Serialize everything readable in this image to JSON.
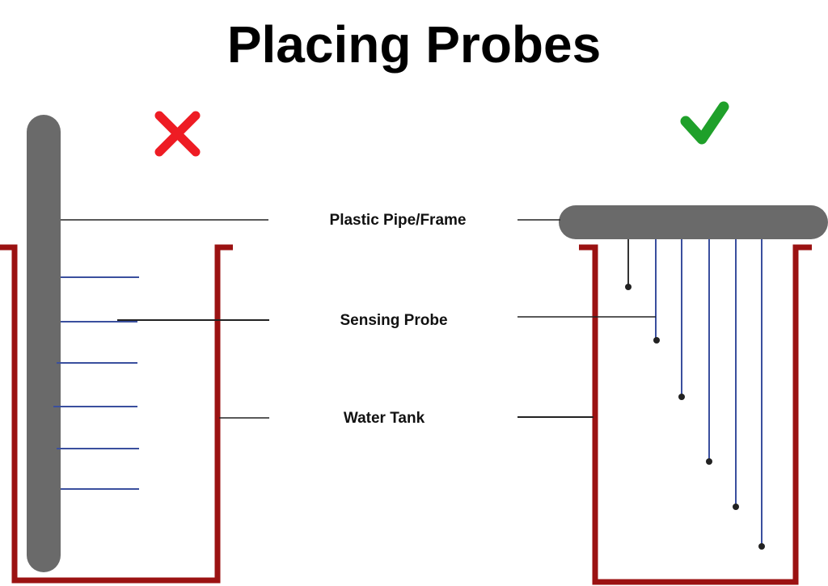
{
  "title": "Placing Probes",
  "labels": {
    "pipe": "Plastic Pipe/Frame",
    "probe": "Sensing Probe",
    "tank": "Water Tank"
  },
  "marks": {
    "wrong": {
      "icon": "cross-icon",
      "color": "#ee1c24"
    },
    "right": {
      "icon": "check-icon",
      "color": "#1fa02a"
    }
  },
  "colors": {
    "tank": "#9b1212",
    "pipe": "#6a6a6a",
    "probe_wire": "#3a4f9e",
    "leader": "#222222"
  }
}
